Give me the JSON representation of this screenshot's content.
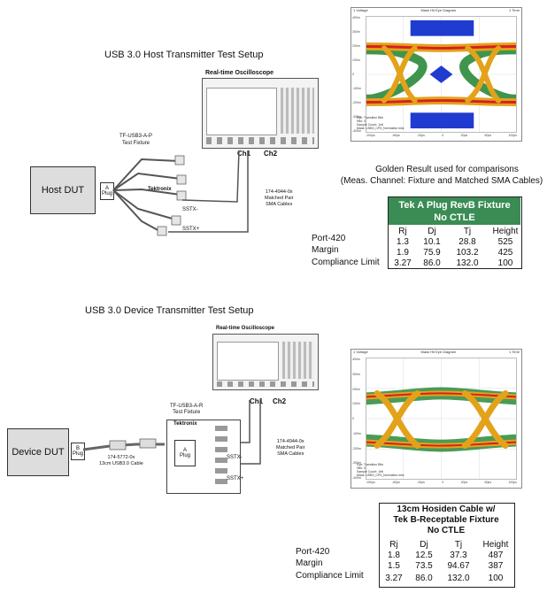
{
  "host": {
    "title": "USB 3.0 Host Transmitter Test Setup",
    "scope_label": "Real-time Oscilloscope",
    "dut": "Host DUT",
    "plug": [
      "A",
      "Plug"
    ],
    "fixture_label": [
      "TF-USB3-A-P",
      "Test Fixture"
    ],
    "brand": "Tektronix",
    "cables": [
      "174-4944-0x",
      "Matched Pair",
      "SMA Cables"
    ],
    "sstx_minus": "SSTX-",
    "sstx_plus": "SSTX+",
    "ch1": "Ch1",
    "ch2": "Ch2"
  },
  "device": {
    "title": "USB 3.0 Device Transmitter Test Setup",
    "scope_label": "Real-time Oscilloscope",
    "dut": "Device DUT",
    "plug": [
      "B",
      "Plug"
    ],
    "cable_label": [
      "174-5772-0x",
      "13cm USB3.0 Cable"
    ],
    "fixture_label": [
      "TF-USB3-A-R",
      "Test Fixture"
    ],
    "brand": "Tektronix",
    "fixture_plug": [
      "A",
      "Plug"
    ],
    "cables": [
      "174-4944-0x",
      "Matched Pair",
      "SMA Cables"
    ],
    "sstx_minus": "SSTX-",
    "sstx_plus": "SSTX+",
    "ch1": "Ch1",
    "ch2": "Ch2"
  },
  "golden": {
    "caption1": "Golden Result used for comparisons",
    "caption2": "(Meas. Channel: Fixture and Matched SMA Cables)"
  },
  "host_table": {
    "header": [
      "Tek A Plug RevB Fixture",
      "No CTLE"
    ],
    "columns": [
      "Rj",
      "Dj",
      "Tj",
      "Height"
    ],
    "rows": [
      {
        "label": "Port-420",
        "values": [
          "1.3",
          "10.1",
          "28.8",
          "525"
        ]
      },
      {
        "label": "Margin",
        "values": [
          "1.9",
          "75.9",
          "103.2",
          "425"
        ]
      },
      {
        "label": "Compliance Limit",
        "values": [
          "3.27",
          "86.0",
          "132.0",
          "100"
        ]
      }
    ],
    "header_color": "#3a8c54"
  },
  "device_table": {
    "header": [
      "13cm Hosiden Cable w/",
      "Tek B-Receptable Fixture",
      "No CTLE"
    ],
    "columns": [
      "Rj",
      "Dj",
      "Tj",
      "Height"
    ],
    "rows": [
      {
        "label": "Port-420",
        "values": [
          "1.8",
          "12.5",
          "37.3",
          "487"
        ]
      },
      {
        "label": "Margin",
        "values": [
          "1.5",
          "73.5",
          "94.67",
          "387"
        ]
      },
      {
        "label": "Compliance Limit",
        "values": [
          "3.27",
          "86.0",
          "132.0",
          "100"
        ]
      }
    ]
  },
  "eye1": {
    "head_left": "1 Voltage",
    "head_mid": "Mask Hit Eye Diagram",
    "head_right": "1 Time",
    "yticks": [
      "400m",
      "300m",
      "200m",
      "100m",
      "0",
      "-100m",
      "-200m",
      "-300m",
      "-400m"
    ],
    "xticks": [
      "-100ps",
      "-80ps",
      "-60ps",
      "-40ps",
      "-20ps",
      "0",
      "20ps",
      "40ps",
      "60ps",
      "80ps",
      "100ps"
    ],
    "legend": [
      "Eye: Transition Bits",
      "Hits: 0",
      "Sample Count: 1e6",
      "Mask: USB3_CP0_Normative.msk"
    ],
    "mask_color": "#1f3bd0"
  },
  "eye2": {
    "head_left": "1 Voltage",
    "head_mid": "Mask Hit Eye Diagram",
    "head_right": "1 Time",
    "yticks": [
      "400m",
      "300m",
      "200m",
      "100m",
      "0",
      "-100m",
      "-200m",
      "-300m",
      "-400m"
    ],
    "xticks": [
      "-100ps",
      "-80ps",
      "-60ps",
      "-40ps",
      "-20ps",
      "0",
      "20ps",
      "40ps",
      "60ps",
      "80ps",
      "100ps"
    ],
    "legend": [
      "Eye: Transition Bits",
      "Hits: 0",
      "Sample Count: 1e6",
      "Mask: USB3_CP0_Normative.msk"
    ],
    "mask_color": "#1f3bd0"
  }
}
